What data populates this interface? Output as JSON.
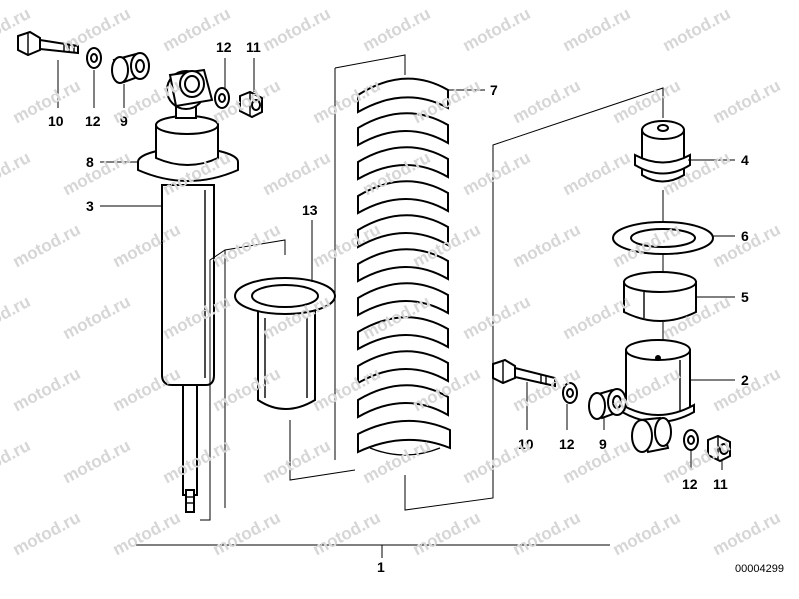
{
  "watermark_text": "motod.ru",
  "document_number": "00004299",
  "callouts": {
    "c1": "1",
    "c2": "2",
    "c3": "3",
    "c4": "4",
    "c5": "5",
    "c6": "6",
    "c7": "7",
    "c8": "8",
    "c13": "13",
    "bolt_top": "10",
    "washer_top": "12",
    "bushing_top": "9",
    "washer_top_r": "12",
    "nut_top": "11",
    "bolt_bot": "10",
    "washer_bot": "12",
    "bushing_bot": "9",
    "washer_bot_r": "12",
    "nut_bot": "11"
  }
}
